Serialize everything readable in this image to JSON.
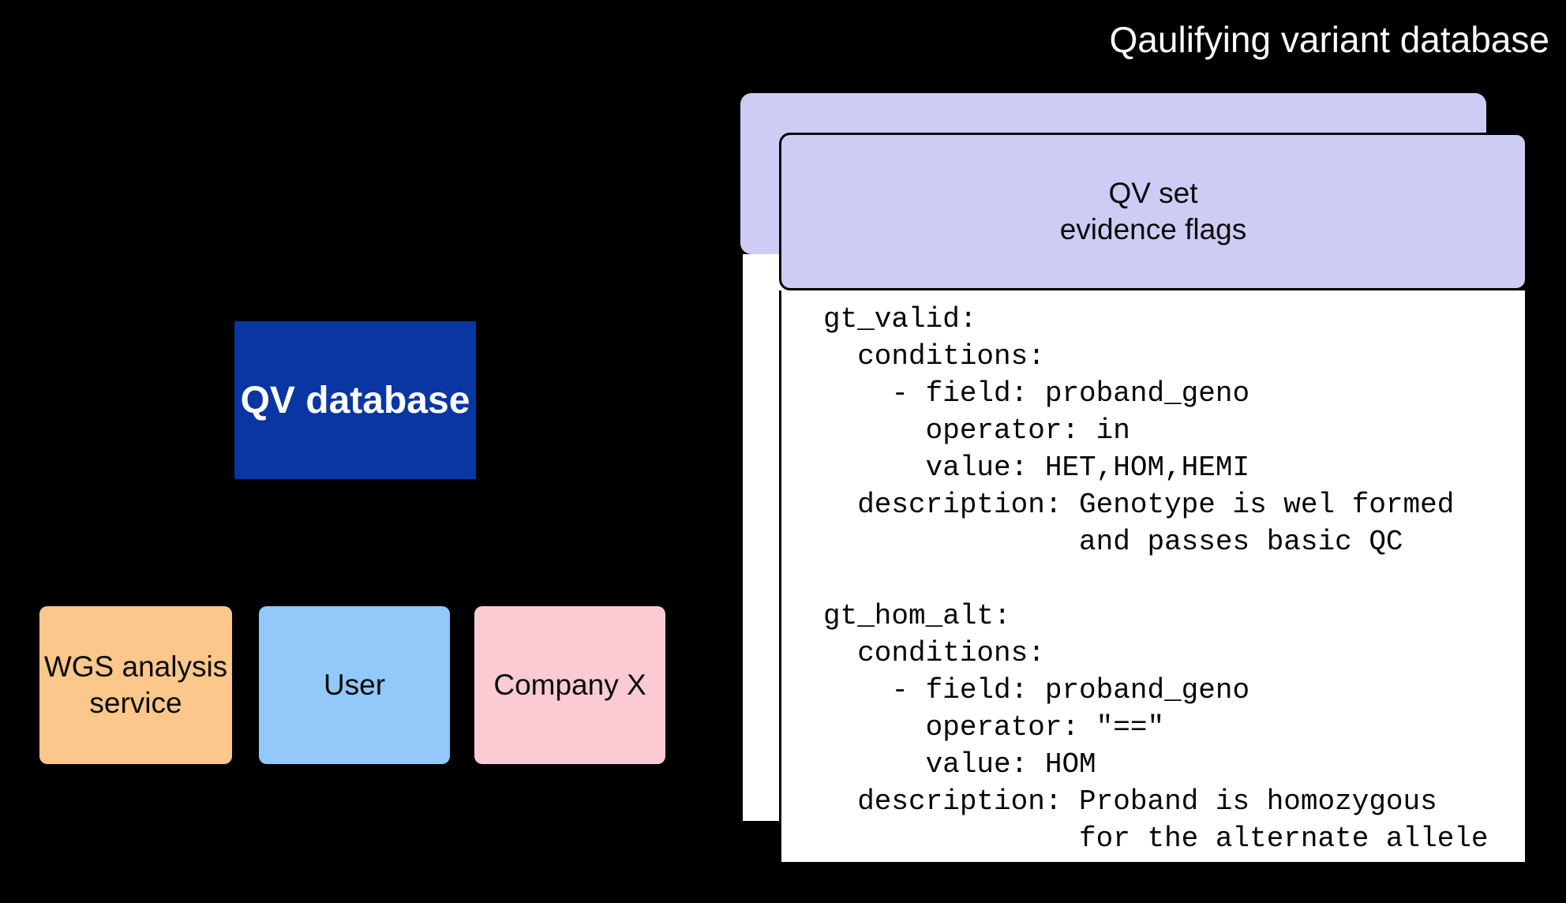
{
  "title": "Qaulifying variant database",
  "colors": {
    "background": "#000000",
    "title_text": "#ffffff",
    "navy": "#0936a2",
    "lavender": "#cdccf4",
    "card_body_white": "#ffffff",
    "border_black": "#000000",
    "orange": "#fbc78b",
    "light_blue": "#92c8fa",
    "pink": "#facbd2"
  },
  "qv_database": {
    "label": "QV database"
  },
  "actors": {
    "wgs": {
      "label": "WGS analysis service"
    },
    "user": {
      "label": "User"
    },
    "company_x": {
      "label": "Company X"
    }
  },
  "qv_set_card": {
    "title_line1": "QV set",
    "title_line2": "evidence flags",
    "code": "gt_valid:\n  conditions:\n    - field: proband_geno\n      operator: in\n      value: HET,HOM,HEMI\n  description: Genotype is wel formed\n               and passes basic QC\n\ngt_hom_alt:\n  conditions:\n    - field: proband_geno\n      operator: \"==\"\n      value: HOM\n  description: Proband is homozygous\n               for the alternate allele"
  }
}
